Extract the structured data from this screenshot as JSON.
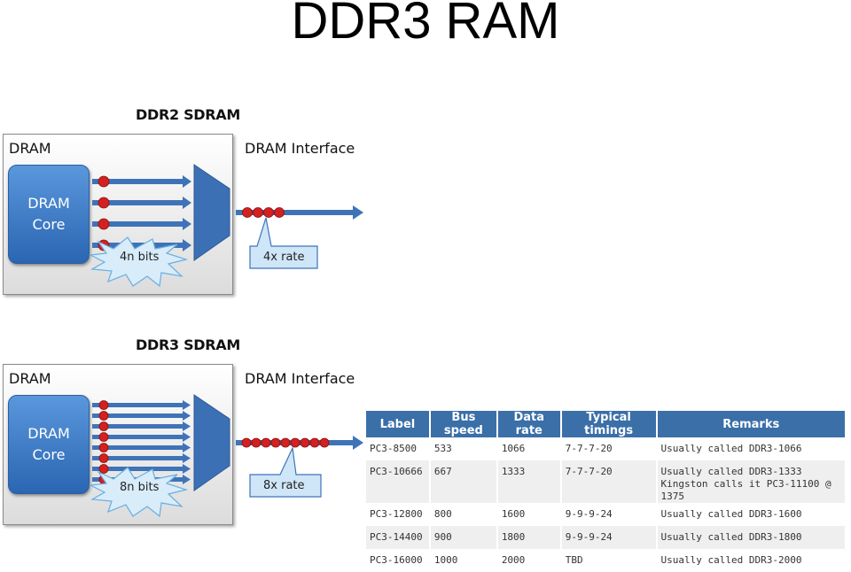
{
  "page_title": "DDR3 RAM",
  "ddr2": {
    "heading": "DDR2 SDRAM",
    "dram_label": "DRAM",
    "interface_label": "DRAM Interface",
    "core_line1": "DRAM",
    "core_line2": "Core",
    "bits_label": "4n bits",
    "rate_label": "4x rate"
  },
  "ddr3": {
    "heading": "DDR3 SDRAM",
    "dram_label": "DRAM",
    "interface_label": "DRAM Interface",
    "core_line1": "DRAM",
    "core_line2": "Core",
    "bits_label": "8n bits",
    "rate_label": "8x rate"
  },
  "table": {
    "headers": [
      "Label",
      "Bus speed",
      "Data rate",
      "Typical timings",
      "Remarks"
    ],
    "rows": [
      {
        "label": "PC3-8500",
        "bus": "533",
        "data": "1066",
        "timings": "7-7-7-20",
        "remarks": [
          "Usually called DDR3-1066"
        ]
      },
      {
        "label": "PC3-10666",
        "bus": "667",
        "data": "1333",
        "timings": "7-7-7-20",
        "remarks": [
          "Usually called DDR3-1333",
          "Kingston calls it PC3-11100 @ 1375"
        ]
      },
      {
        "label": "PC3-12800",
        "bus": "800",
        "data": "1600",
        "timings": "9-9-9-24",
        "remarks": [
          "Usually called DDR3-1600"
        ]
      },
      {
        "label": "PC3-14400",
        "bus": "900",
        "data": "1800",
        "timings": "9-9-9-24",
        "remarks": [
          "Usually called DDR3-1800"
        ]
      },
      {
        "label": "PC3-16000",
        "bus": "1000",
        "data": "2000",
        "timings": "TBD",
        "remarks": [
          "Usually called DDR3-2000"
        ]
      }
    ]
  },
  "colors": {
    "arrow": "#3f73b8",
    "bead": "#d32020",
    "table_header": "#3b6fa8"
  }
}
